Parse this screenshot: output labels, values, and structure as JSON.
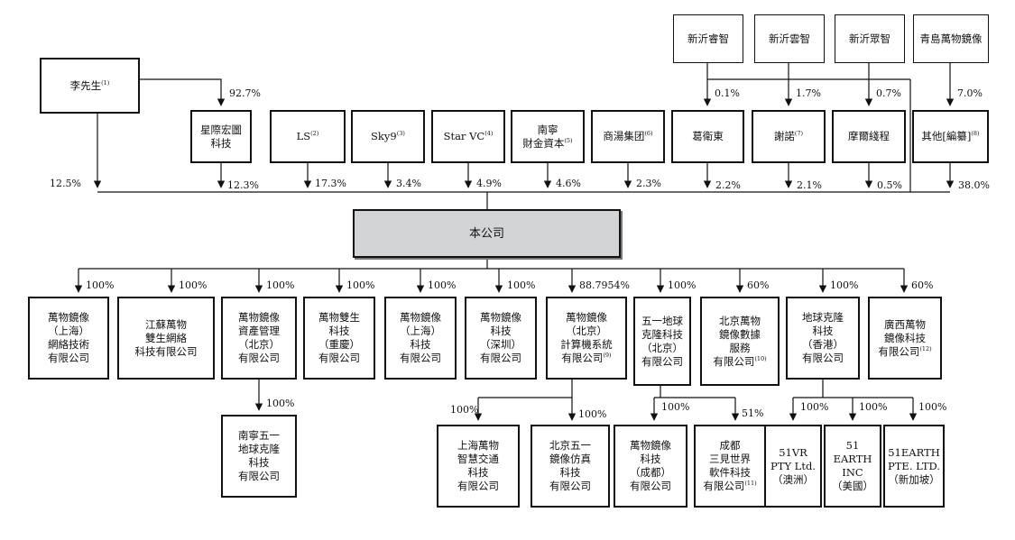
{
  "shareholders_top": [
    {
      "id": "xinyi_ruizhi",
      "label": "新沂睿智",
      "pct": "0.1%"
    },
    {
      "id": "xinyi_yunzhi",
      "label": "新沂雲智",
      "pct": "1.7%"
    },
    {
      "id": "xinyi_zhongzhi",
      "label": "新沂眾智",
      "pct": "0.7%"
    },
    {
      "id": "qingdao",
      "label": "青島萬物鏡像",
      "pct": "7.0%"
    }
  ],
  "mr_li": {
    "label": "李先生",
    "note": "(1)",
    "pct_to_company": "12.5%",
    "pct_to_xingji": "92.7%"
  },
  "shareholders": [
    {
      "id": "xingji",
      "label": "星際宏圖\n科技",
      "note": "",
      "pct": "12.3%"
    },
    {
      "id": "ls",
      "label": "LS",
      "note": "(2)",
      "pct": "17.3%"
    },
    {
      "id": "sky9",
      "label": "Sky9",
      "note": "(3)",
      "pct": "3.4%"
    },
    {
      "id": "starvc",
      "label": "Star VC",
      "note": "(4)",
      "pct": "4.9%"
    },
    {
      "id": "nanning",
      "label": "南寧\n財金資本",
      "note": "(5)",
      "pct": "4.6%"
    },
    {
      "id": "shangtang",
      "label": "商湯集团",
      "note": "(6)",
      "pct": "2.3%"
    },
    {
      "id": "geweidong",
      "label": "葛衛東",
      "note": "",
      "pct": "2.2%"
    },
    {
      "id": "xienuo",
      "label": "謝諾",
      "note": "(7)",
      "pct": "2.1%"
    },
    {
      "id": "moer",
      "label": "摩爾綫程",
      "note": "",
      "pct": "0.5%"
    },
    {
      "id": "others",
      "label": "其他[編纂]",
      "note": "(8)",
      "pct": "38.0%"
    }
  ],
  "company": {
    "label": "本公司"
  },
  "subsidiaries": [
    {
      "id": "s1",
      "label": "萬物鏡像\n（上海）\n網絡技術\n有限公司",
      "note": "",
      "pct": "100%"
    },
    {
      "id": "s2",
      "label": "江蘇萬物\n雙生網絡\n科技有限公司",
      "note": "",
      "pct": "100%"
    },
    {
      "id": "s3",
      "label": "萬物鏡像\n資產管理\n（北京）\n有限公司",
      "note": "",
      "pct": "100%"
    },
    {
      "id": "s4",
      "label": "萬物雙生\n科技\n（重慶）\n有限公司",
      "note": "",
      "pct": "100%"
    },
    {
      "id": "s5",
      "label": "萬物鏡像\n（上海）\n科技\n有限公司",
      "note": "",
      "pct": "100%"
    },
    {
      "id": "s6",
      "label": "萬物鏡像\n科技\n（深圳）\n有限公司",
      "note": "",
      "pct": "100%"
    },
    {
      "id": "s7",
      "label": "萬物鏡像\n（北京）\n計算機系統\n有限公司",
      "note": "(9)",
      "pct": "88.7954%"
    },
    {
      "id": "s8",
      "label": "五一地球\n克隆科技\n（北京）\n有限公司",
      "note": "",
      "pct": "100%"
    },
    {
      "id": "s9",
      "label": "北京萬物\n鏡像數據\n服務\n有限公司",
      "note": "(10)",
      "pct": "60%"
    },
    {
      "id": "s10",
      "label": "地球克隆\n科技\n（香港）\n有限公司",
      "note": "",
      "pct": "100%"
    },
    {
      "id": "s11",
      "label": "廣西萬物\n鏡像科技\n有限公司",
      "note": "(12)",
      "pct": "60%"
    }
  ],
  "sub_subsidiaries": [
    {
      "id": "ss1",
      "label": "南寧五一\n地球克隆\n科技\n有限公司",
      "note": "",
      "pct": "100%"
    },
    {
      "id": "ss2",
      "label": "上海萬物\n智慧交通\n科技\n有限公司",
      "note": "",
      "pct": "100%"
    },
    {
      "id": "ss3",
      "label": "北京五一\n鏡像仿真\n科技\n有限公司",
      "note": "",
      "pct": "100%"
    },
    {
      "id": "ss4",
      "label": "萬物鏡像\n科技\n（成都）\n有限公司",
      "note": "",
      "pct": "100%"
    },
    {
      "id": "ss5",
      "label": "成都\n三見世界\n軟件科技\n有限公司",
      "note": "(11)",
      "pct": "51%"
    },
    {
      "id": "ss6",
      "label": "51VR\nPTY Ltd.\n（澳洲）",
      "note": "",
      "pct": "100%"
    },
    {
      "id": "ss7",
      "label": "51\nEARTH\nINC\n（美國）",
      "note": "",
      "pct": "100%"
    },
    {
      "id": "ss8",
      "label": "51EARTH\nPTE. LTD.\n（新加坡）",
      "note": "",
      "pct": "100%"
    }
  ]
}
